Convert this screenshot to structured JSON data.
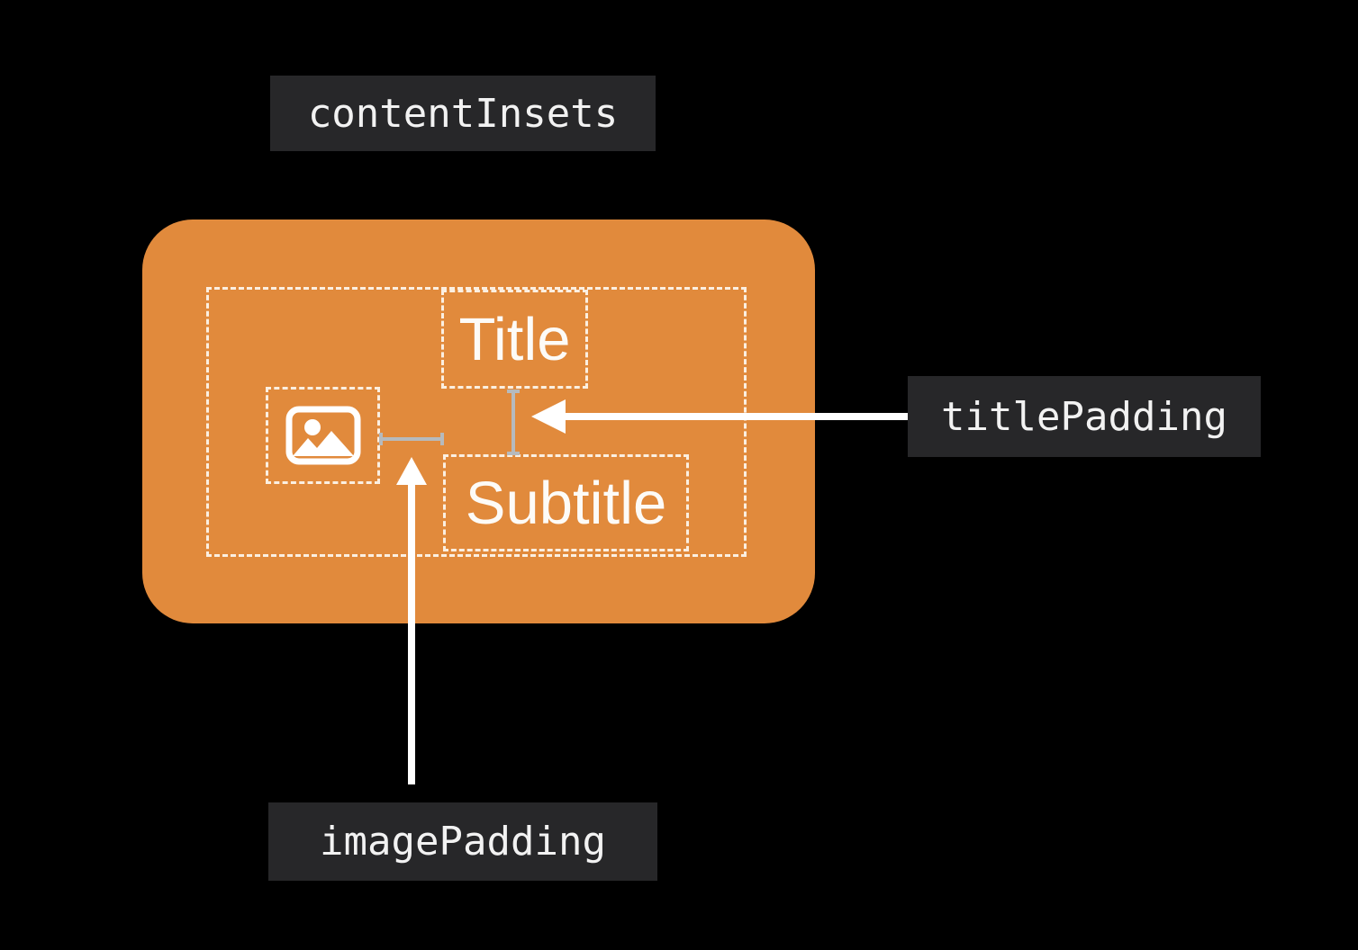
{
  "annotations": {
    "content_insets": "contentInsets",
    "title_padding": "titlePadding",
    "image_padding": "imagePadding"
  },
  "button_preview": {
    "title": "Title",
    "subtitle": "Subtitle",
    "image_icon": "photo-icon"
  },
  "colors": {
    "background": "#000000",
    "button_orange": "#E18A3C",
    "label_background": "#272729",
    "label_text": "#F2F2F2",
    "dashed_outline": "rgba(255,253,248,0.88)",
    "measure_line": "#B6BABD",
    "arrow": "#FFFFFF",
    "button_text": "#FDFBF7"
  }
}
